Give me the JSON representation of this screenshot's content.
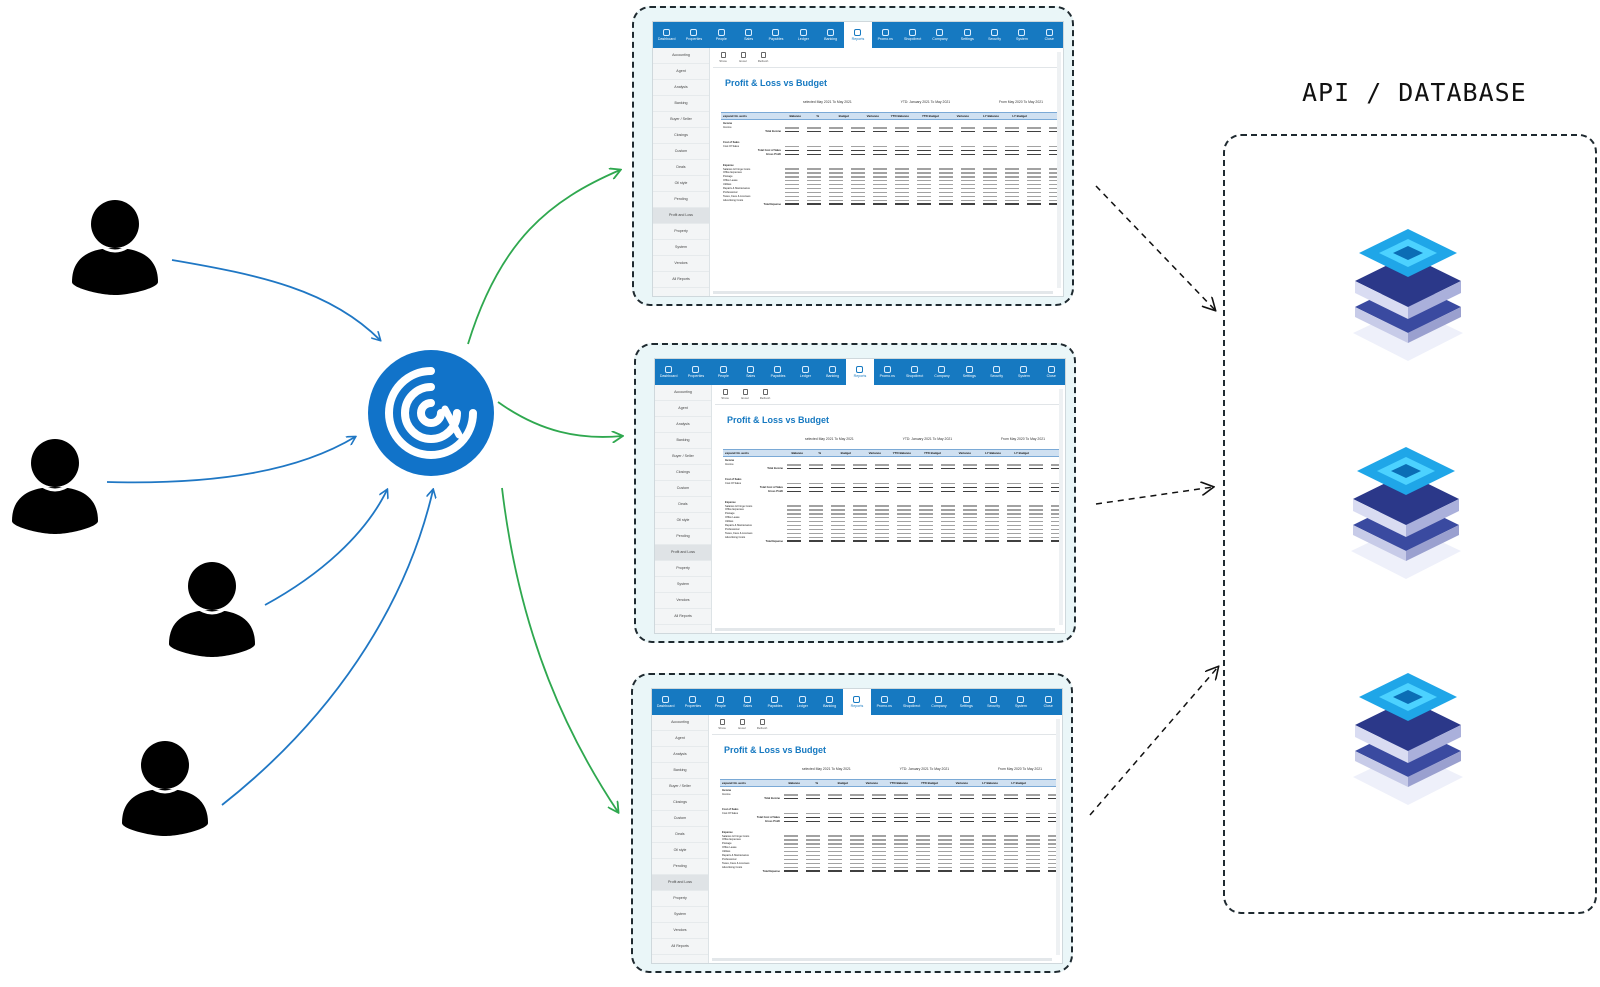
{
  "database": {
    "title": "API / DATABASE",
    "server_icons": [
      "server-chip-icon",
      "server-chip-icon",
      "server-chip-icon"
    ]
  },
  "users": [
    "user-icon",
    "user-icon",
    "user-icon",
    "user-icon"
  ],
  "hub": {
    "icon": "signal-logo-icon",
    "color": "#1173c9"
  },
  "colors": {
    "user_arrow": "#1f77c4",
    "hub_arrow": "#2fa84f",
    "nav_blue": "#1679c1",
    "dashed": "#1f2a30"
  },
  "app_window": {
    "nav_items": [
      "Dashboard",
      "Properties",
      "People",
      "Sales",
      "Payables",
      "Ledger",
      "Banking",
      "Reports",
      "Promo.ns",
      "Shopdirect",
      "Company",
      "Settings",
      "Security",
      "System",
      "Close"
    ],
    "active_nav": "Reports",
    "toolbar": [
      "Show",
      "Excel",
      "Refresh"
    ],
    "sidebar": [
      "Accounting",
      "Agent",
      "Analysis",
      "Banking",
      "Buyer / Seller",
      "Closings",
      "Custom",
      "Deals",
      "Oil style",
      "Pending",
      "Profit and Loss",
      "Property",
      "System",
      "Vendors",
      "All Reports"
    ],
    "sidebar_active": "Profit and Loss",
    "report_title": "Profit & Loss vs Budget",
    "periods": [
      "selected May 2021 To May 2021",
      "YTD: January 2021 To May 2021",
      "From May 2020 To May 2021"
    ],
    "columns": [
      "expand GL accts",
      "Balance",
      "%",
      "Budget",
      "Variance",
      "YTD Balance",
      "YTD Budget",
      "Variance",
      "LY Balance",
      "LY Budget"
    ],
    "rows": [
      {
        "label": "Income",
        "kind": "section"
      },
      {
        "label": "Income",
        "kind": "line"
      },
      {
        "label": "Total Income",
        "kind": "total"
      },
      {
        "label": "",
        "kind": "gap"
      },
      {
        "label": "Cost of Sales",
        "kind": "section"
      },
      {
        "label": "Cost Of Sales",
        "kind": "line"
      },
      {
        "label": "Total Cost of Sales",
        "kind": "total"
      },
      {
        "label": "Gross Profit",
        "kind": "total"
      },
      {
        "label": "",
        "kind": "gap"
      },
      {
        "label": "Expense",
        "kind": "section"
      },
      {
        "label": "Salaries & Fringe Costs",
        "kind": "line"
      },
      {
        "label": "Office Expenses",
        "kind": "line"
      },
      {
        "label": "Postage",
        "kind": "line"
      },
      {
        "label": "Office Lease",
        "kind": "line"
      },
      {
        "label": "Utilities",
        "kind": "line"
      },
      {
        "label": "Repairs & Maintenance",
        "kind": "line"
      },
      {
        "label": "Professional",
        "kind": "line"
      },
      {
        "label": "Taxes, Fees & Licenses",
        "kind": "line"
      },
      {
        "label": "Advertising Costs",
        "kind": "line"
      },
      {
        "label": "Total Expense",
        "kind": "total"
      }
    ]
  }
}
